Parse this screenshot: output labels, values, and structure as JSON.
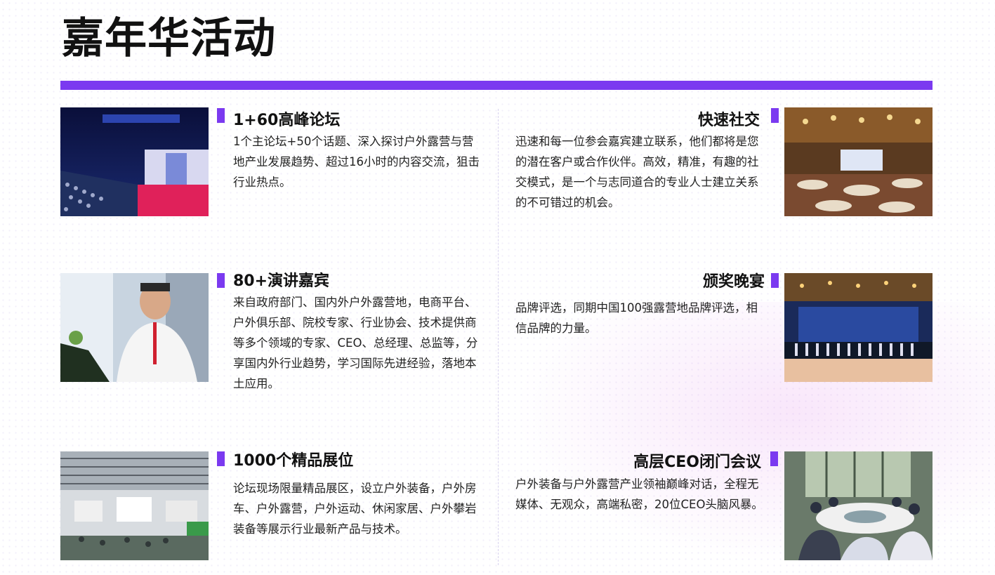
{
  "page": {
    "title": "嘉年华活动"
  },
  "colors": {
    "accent": "#7b3af0"
  },
  "items": [
    {
      "title": "1+60高峰论坛",
      "text": "1个主论坛+50个话题、深入探讨户外露营与营地产业发展趋势、超过16小时的内容交流，狙击行业热点。",
      "photo": "forum-stage-photo"
    },
    {
      "title": "快速社交",
      "text": "迅速和每一位参会嘉宾建立联系，他们都将是您的潜在客户或合作伙伴。高效，精准，有趣的社交模式，是一个与志同道合的专业人士建立关系的不可错过的机会。",
      "photo": "banquet-networking-photo"
    },
    {
      "title": "80+演讲嘉宾",
      "text": "来自政府部门、国内外户外露营地，电商平台、户外俱乐部、院校专家、行业协会、技术提供商等多个领域的专家、CEO、总经理、总监等，分享国内外行业趋势，学习国际先进经验，落地本土应用。",
      "photo": "speaker-photo"
    },
    {
      "title": "颁奖晚宴",
      "text": "品牌评选，同期中国100强露营地品牌评选，相信品牌的力量。",
      "photo": "award-ceremony-photo"
    },
    {
      "title": "1000个精品展位",
      "text": "论坛现场限量精品展区，设立户外装备，户外房车、户外露营，户外运动、休闲家居、户外攀岩装备等展示行业最新产品与技术。",
      "photo": "exhibition-hall-photo"
    },
    {
      "title": "高层CEO闭门会议",
      "text": "户外装备与户外露营产业领袖巅峰对话，全程无媒体、无观众，高端私密，20位CEO头脑风暴。",
      "photo": "ceo-meeting-photo"
    }
  ]
}
